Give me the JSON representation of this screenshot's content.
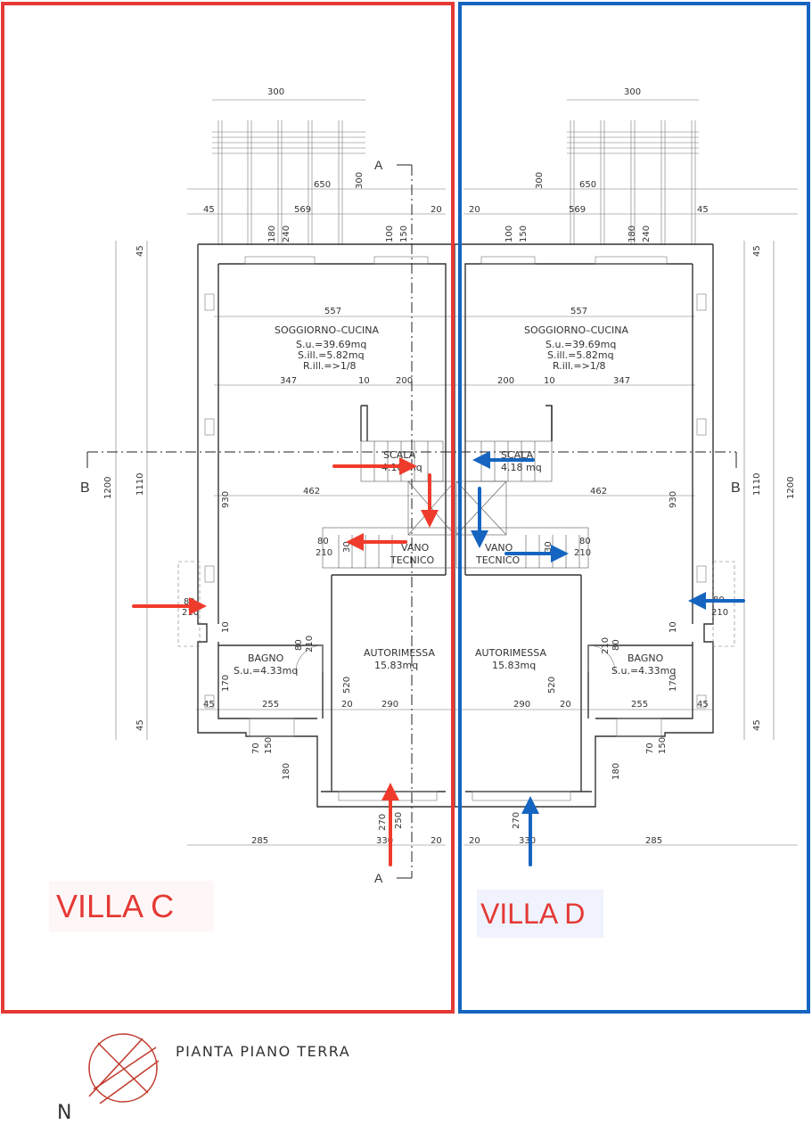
{
  "colors": {
    "villa_c": "#e53935",
    "villa_d": "#1565c0",
    "arrow_c": "#ef3b2c",
    "arrow_d": "#1565c0"
  },
  "villas": {
    "c": "VILLA  C",
    "d": "VILLA D"
  },
  "plan_title": "PIANTA PIANO TERRA",
  "north": "N",
  "sections": {
    "a": "A",
    "b": "B"
  },
  "rooms": {
    "living": {
      "name": "SOGGIORNO–CUCINA",
      "su": "S.u.=39.69mq",
      "sill": "S.ill.=5.82mq",
      "rill": "R.ill.=>1/8"
    },
    "stair": {
      "name": "SCALA",
      "area": "4.18 mq"
    },
    "tech": {
      "line1": "VANO",
      "line2": "TECNICO"
    },
    "garage": {
      "name": "AUTORIMESSA",
      "area": "15.83mq"
    },
    "bath": {
      "name": "BAGNO",
      "su": "S.u.=4.33mq"
    }
  },
  "dims": {
    "d300": "300",
    "d650": "650",
    "d569": "569",
    "d45": "45",
    "d20": "20",
    "d180": "180",
    "d240": "240",
    "d100": "100",
    "d150": "150",
    "d557": "557",
    "d347": "347",
    "d10": "10",
    "d200": "200",
    "d462": "462",
    "d930": "930",
    "d1110": "1110",
    "d1200": "1200",
    "d80": "80",
    "d210": "210",
    "d30": "30",
    "d520": "520",
    "d290": "290",
    "d170": "170",
    "d255": "255",
    "d70": "70",
    "d270": "270",
    "d250": "250",
    "d330": "330",
    "d285": "285"
  }
}
